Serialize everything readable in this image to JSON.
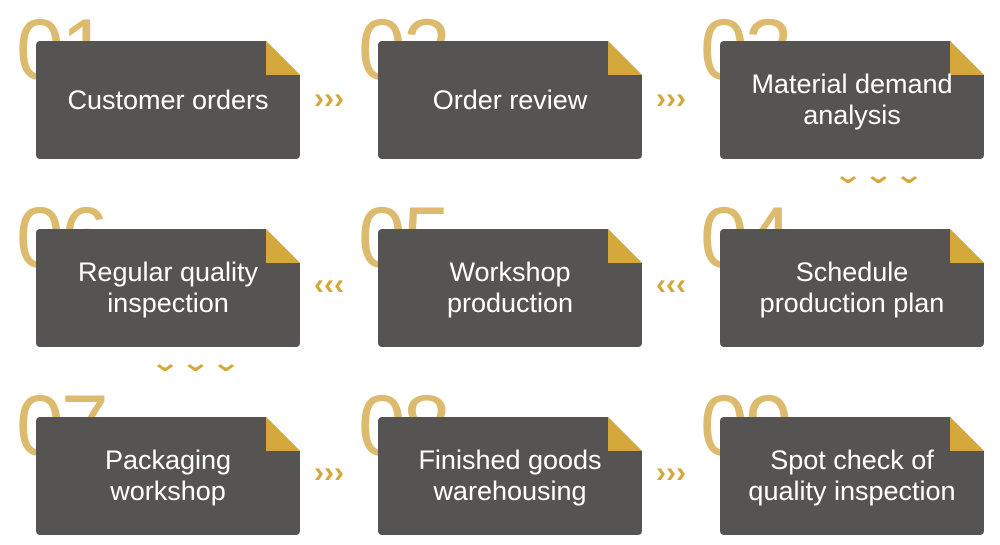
{
  "steps": [
    {
      "num": "01",
      "label": "Customer orders"
    },
    {
      "num": "02",
      "label": "Order review"
    },
    {
      "num": "03",
      "label": "Material demand\nanalysis"
    },
    {
      "num": "04",
      "label": "Schedule\nproduction plan"
    },
    {
      "num": "05",
      "label": "Workshop\nproduction"
    },
    {
      "num": "06",
      "label": "Regular quality\ninspection"
    },
    {
      "num": "07",
      "label": "Packaging\nworkshop"
    },
    {
      "num": "08",
      "label": "Finished goods\nwarehousing"
    },
    {
      "num": "09",
      "label": "Spot check of\nquality inspection"
    }
  ],
  "arrows": {
    "right": "›››",
    "left": "‹‹‹",
    "down": "⌄⌄⌄"
  },
  "colors": {
    "box": "#555453",
    "accent": "#d4a83a",
    "number": "#d6ac4e",
    "text": "#ffffff"
  }
}
